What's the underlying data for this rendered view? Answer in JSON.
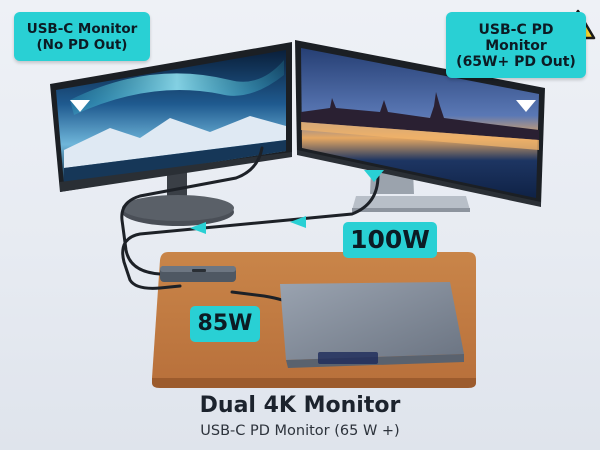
{
  "callouts": {
    "left": {
      "line1": "USB-C Monitor",
      "line2": "(No PD Out)"
    },
    "right": {
      "line1": "USB-C PD",
      "line2": "Monitor",
      "line3": "(65W+ PD Out)"
    }
  },
  "power_labels": {
    "monitor_to_hub": "100W",
    "hub_to_laptop": "85W"
  },
  "caption": {
    "title": "Dual 4K Monitor",
    "subtitle": "USB-C PD Monitor (65 W +)"
  },
  "icons": [
    "warning-icon",
    "arrow-down-icon",
    "cable-arrow-icon"
  ],
  "colors": {
    "accent": "#29d0d4",
    "desk_pad": "#c17a42",
    "warning": "#f6d32d",
    "laptop": "#7d8795"
  }
}
